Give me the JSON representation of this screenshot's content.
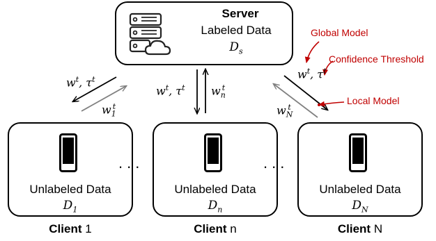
{
  "server": {
    "title": "Server",
    "subtitle": "Labeled Data",
    "dataset": "D_s"
  },
  "clients": [
    {
      "subtitle": "Unlabeled Data",
      "dataset": "D_1",
      "caption_bold": "Client",
      "caption_id": "1"
    },
    {
      "subtitle": "Unlabeled Data",
      "dataset": "D_n",
      "caption_bold": "Client",
      "caption_id": "n"
    },
    {
      "subtitle": "Unlabeled Data",
      "dataset": "D_N",
      "caption_bold": "Client",
      "caption_id": "N"
    }
  ],
  "ellipsis": "...",
  "labels": {
    "left_down": "w^t, τ^t",
    "left_up": "w_1^t",
    "mid_down": "w^t, τ^t",
    "mid_up": "w_n^t",
    "right_down": "w^t, τ^t",
    "right_up": "w_N^t"
  },
  "annotations": {
    "global_model": "Global Model",
    "confidence_threshold": "Confidence Threshold",
    "local_model": "Local Model"
  },
  "colors": {
    "annotation": "#c00000",
    "upload_arrow": "#808080"
  },
  "icons": [
    "server-icon",
    "cloud-icon",
    "phone-icon"
  ]
}
